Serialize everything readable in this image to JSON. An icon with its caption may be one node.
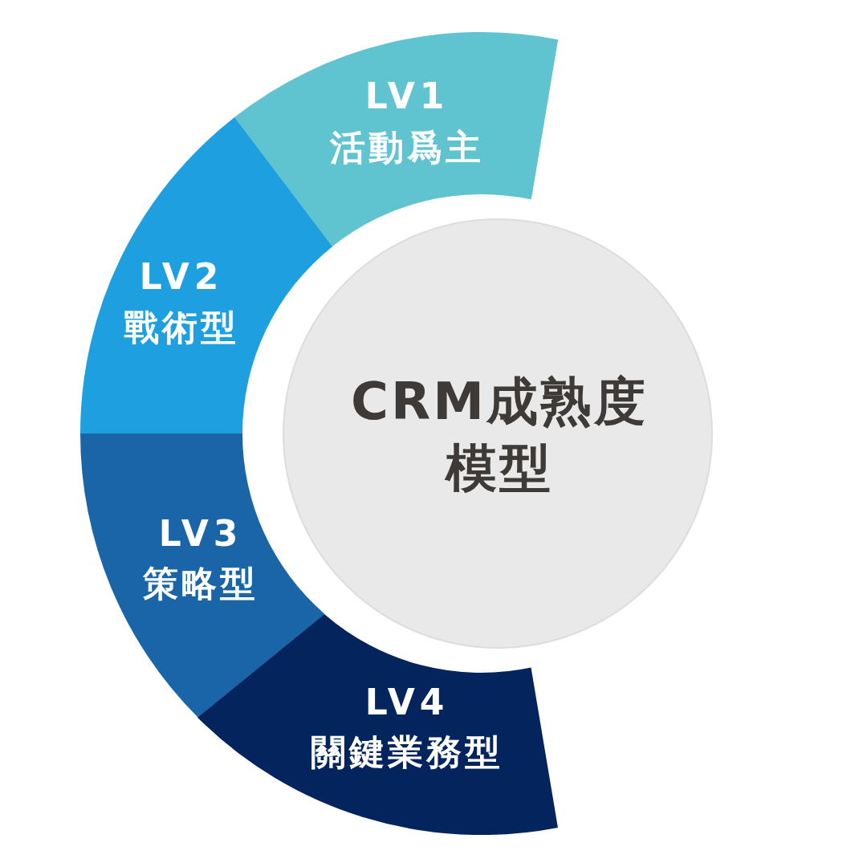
{
  "diagram": {
    "nodes": [
      {
        "text": [
          "LV1",
          "活動爲主"
        ]
      },
      {
        "text": [
          "LV2",
          "戰術型"
        ]
      },
      {
        "text": [
          "CRM成熟度模型"
        ]
      },
      {
        "text": [
          "LV3",
          "策略型"
        ]
      },
      {
        "text": [
          "LV4",
          "關鍵業務型"
        ]
      }
    ]
  }
}
